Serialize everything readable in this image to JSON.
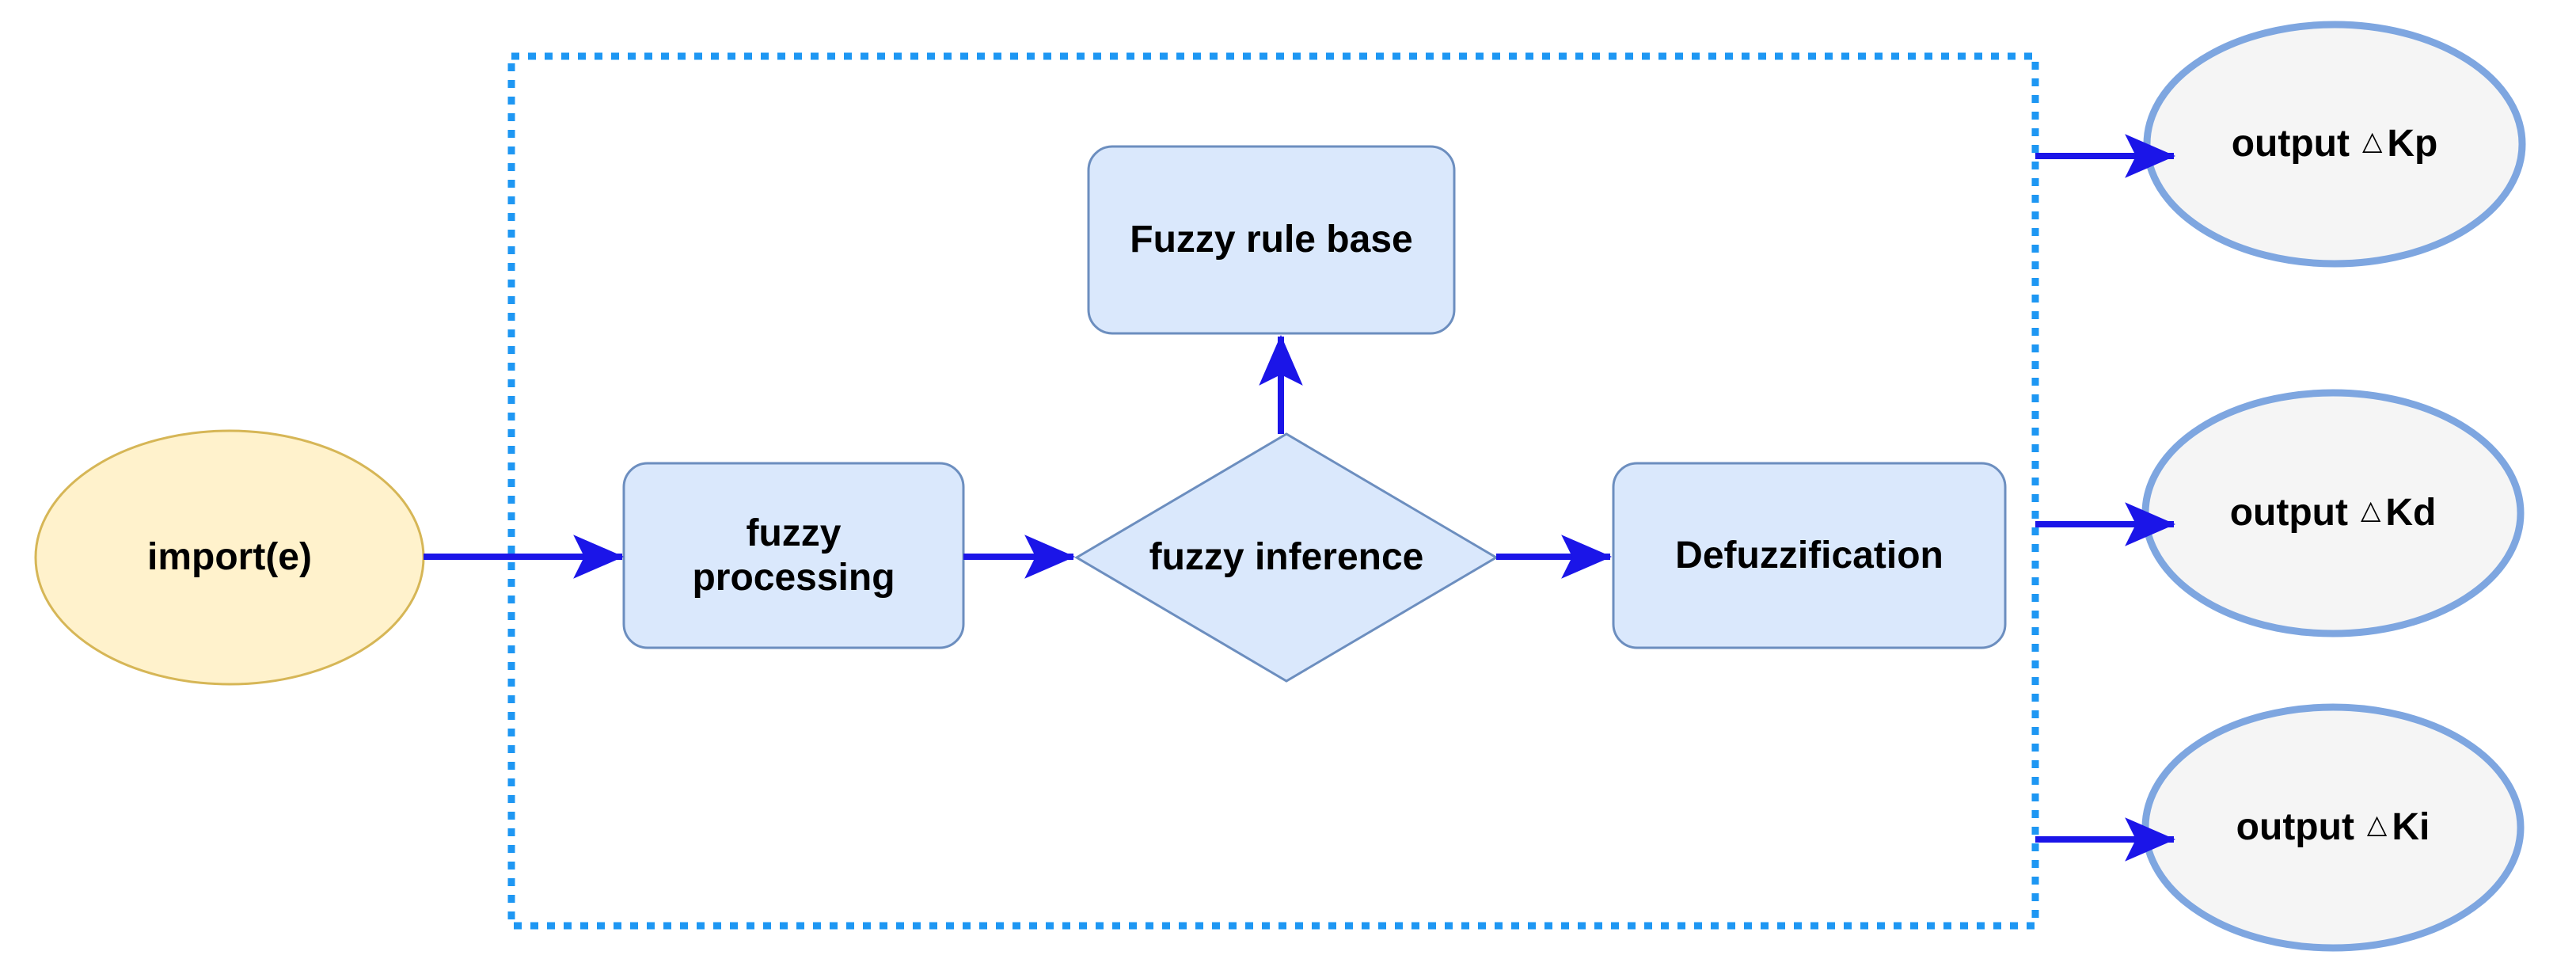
{
  "nodes": {
    "import_e": {
      "label": "import(e)"
    },
    "fuzzy_processing": {
      "label_line1": "fuzzy",
      "label_line2": "processing"
    },
    "fuzzy_rule_base": {
      "label": "Fuzzy rule base"
    },
    "fuzzy_inference": {
      "label": "fuzzy inference"
    },
    "defuzzification": {
      "label": "Defuzzification"
    },
    "output_kp": {
      "prefix": "output",
      "delta_symbol": "△",
      "param": "Kp"
    },
    "output_kd": {
      "prefix": "output",
      "delta_symbol": "△",
      "param": "Kd"
    },
    "output_ki": {
      "prefix": "output",
      "delta_symbol": "△",
      "param": "Ki"
    }
  },
  "edges": [
    {
      "from": "import_e",
      "to": "fuzzy_processing"
    },
    {
      "from": "fuzzy_processing",
      "to": "fuzzy_inference"
    },
    {
      "from": "fuzzy_inference",
      "to": "fuzzy_rule_base"
    },
    {
      "from": "fuzzy_inference",
      "to": "defuzzification"
    },
    {
      "from": "controller_boundary",
      "to": "output_kp"
    },
    {
      "from": "controller_boundary",
      "to": "output_kd"
    },
    {
      "from": "controller_boundary",
      "to": "output_ki"
    }
  ],
  "colors": {
    "arrow_blue": "#1b15e8",
    "boundary_dotted_blue": "#1e97f3",
    "process_fill": "#dae8fc",
    "process_stroke": "#6c8ebf",
    "input_fill": "#fff2cc",
    "input_stroke": "#d6b656",
    "output_fill": "#f5f5f5",
    "output_stroke": "#7ea6e0",
    "text": "#000000",
    "background": "#ffffff"
  }
}
